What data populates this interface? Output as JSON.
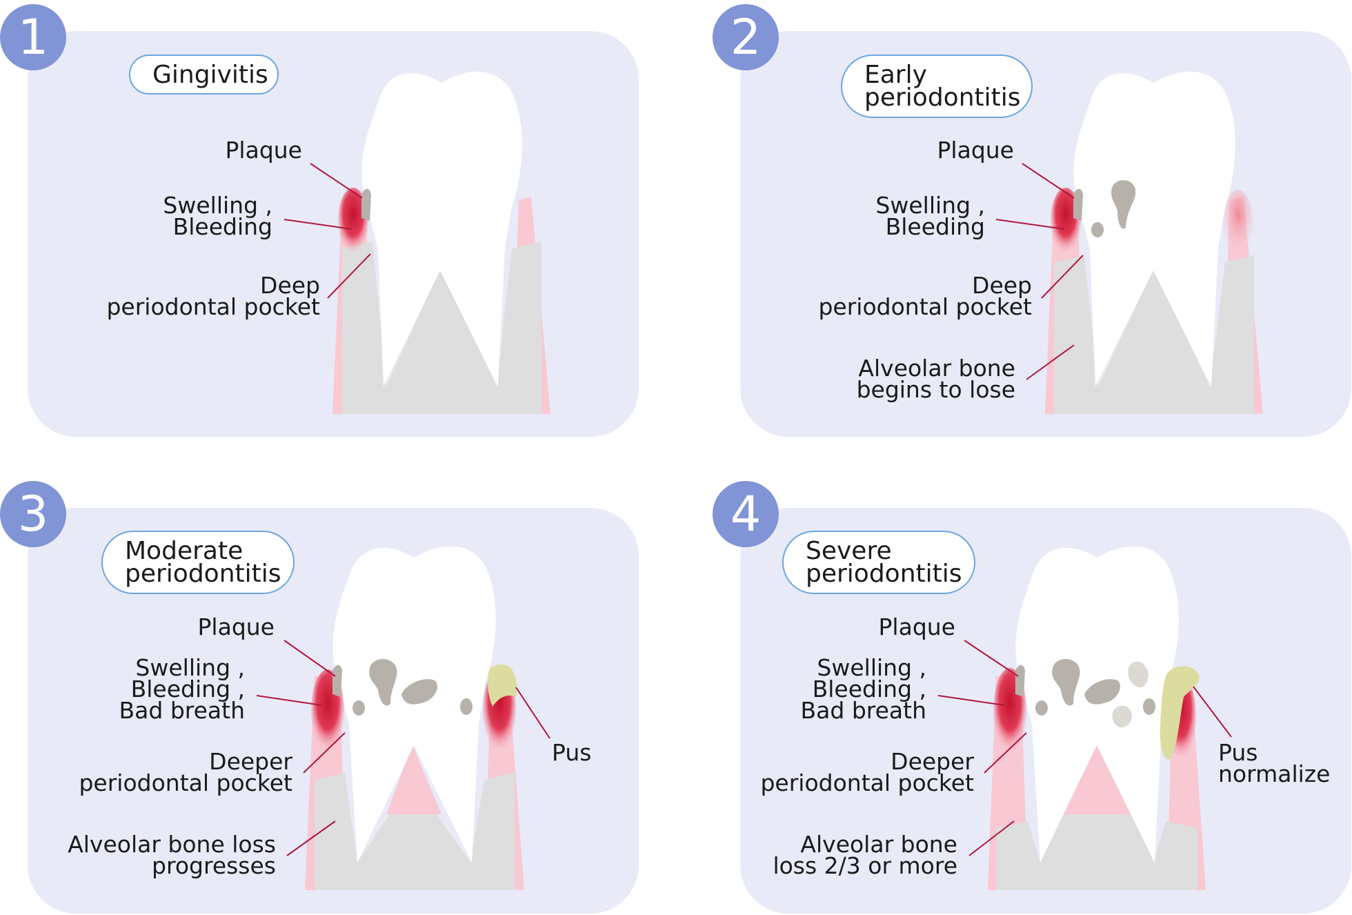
{
  "colors": {
    "panel": "#e8eaf7",
    "badge": "#8094d6",
    "title_border": "#6aa5e0",
    "gum": "#f8c8d3",
    "bone": "#dedede",
    "inflammation": "#d51e3a",
    "plaque": "#b7b1ab",
    "pus": "#dcdca0",
    "leader_line": "#b0163e"
  },
  "stages": [
    {
      "number": "1",
      "title": "Gingivitis",
      "labels": {
        "plaque": "Plaque",
        "swelling": "Swelling ,\nBleeding",
        "pocket": "Deep\nperiodontal pocket"
      }
    },
    {
      "number": "2",
      "title": "Early\nperiodontitis",
      "labels": {
        "plaque": "Plaque",
        "swelling": "Swelling ,\nBleeding",
        "pocket": "Deep\nperiodontal pocket",
        "bone": "Alveolar bone\nbegins to lose"
      }
    },
    {
      "number": "3",
      "title": "Moderate\nperiodontitis",
      "labels": {
        "plaque": "Plaque",
        "swelling": "Swelling ,\nBleeding ,\nBad breath",
        "pocket": "Deeper\nperiodontal pocket",
        "bone": "Alveolar bone loss\nprogresses",
        "pus": "Pus"
      }
    },
    {
      "number": "4",
      "title": "Severe\nperiodontitis",
      "labels": {
        "plaque": "Plaque",
        "swelling": "Swelling ,\nBleeding ,\nBad breath",
        "pocket": "Deeper\nperiodontal pocket",
        "bone": "Alveolar bone\nloss 2/3 or more",
        "pus": "Pus\nnormalize"
      }
    }
  ]
}
